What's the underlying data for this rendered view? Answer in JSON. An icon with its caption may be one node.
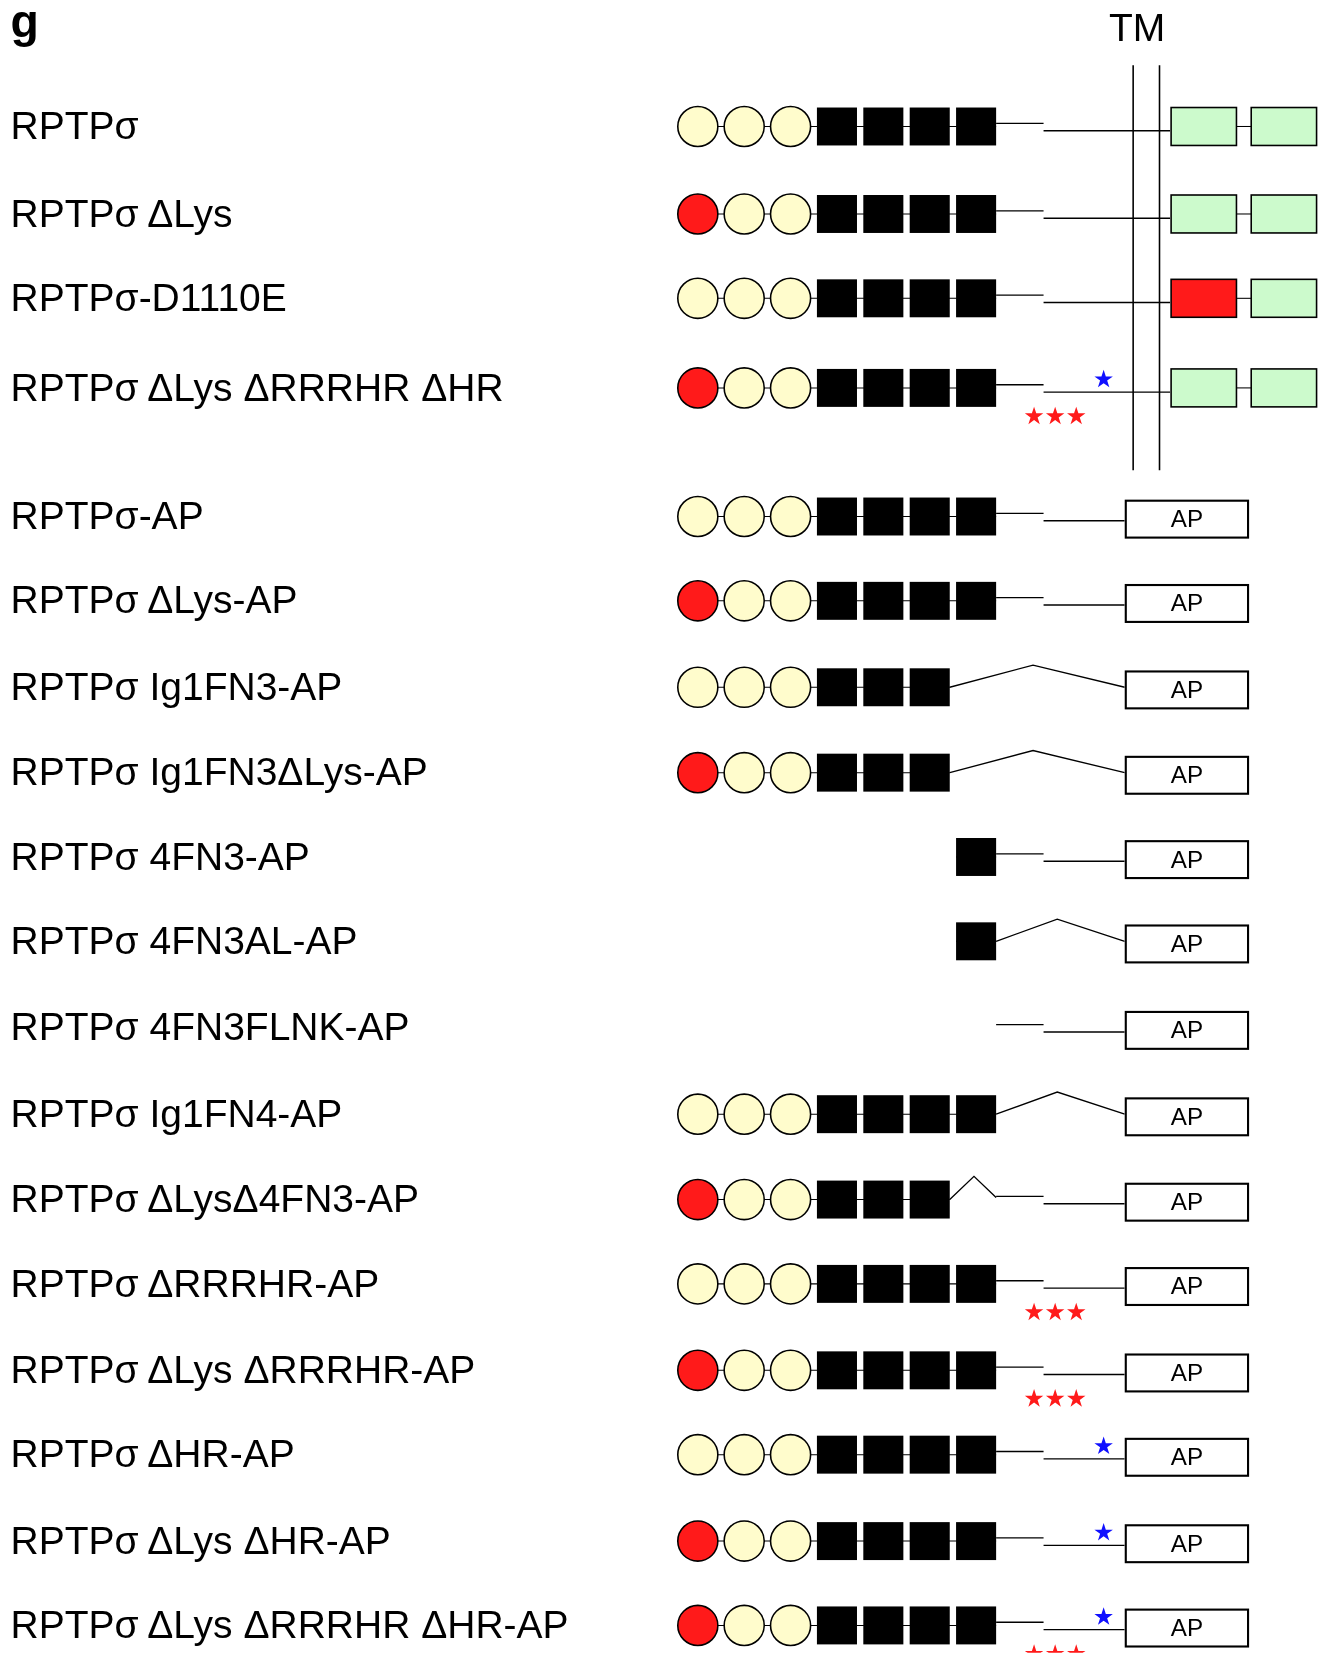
{
  "diagram": {
    "nodes": [
      {
        "text": [
          "AP"
        ]
      },
      {
        "text": [
          "AP"
        ]
      },
      {
        "text": [
          "AP"
        ]
      },
      {
        "text": [
          "AP"
        ]
      },
      {
        "text": [
          "AP"
        ]
      },
      {
        "text": [
          "AP"
        ]
      },
      {
        "text": [
          "AP"
        ]
      },
      {
        "text": [
          "AP"
        ]
      },
      {
        "text": [
          "AP"
        ]
      },
      {
        "text": [
          "AP"
        ]
      },
      {
        "text": [
          "AP"
        ]
      },
      {
        "text": [
          "AP"
        ]
      },
      {
        "text": [
          "AP"
        ]
      },
      {
        "text": [
          "AP"
        ]
      }
    ],
    "labels": [
      "g",
      "TM",
      "RPTPσ",
      "RPTPσ ΔLys",
      "RPTPσ-D1110E",
      "RPTPσ ΔLys ΔRRRHR ΔHR",
      "RPTPσ-AP",
      "RPTPσ ΔLys-AP",
      "RPTPσ Ig1FN3-AP",
      "RPTPσ Ig1FN3ΔLys-AP",
      "RPTPσ 4FN3-AP",
      "RPTPσ 4FN3AL-AP",
      "RPTPσ 4FN3FLNK-AP",
      "RPTPσ Ig1FN4-AP",
      "RPTPσ ΔLysΔ4FN3-AP",
      "RPTPσ ΔRRRHR-AP",
      "RPTPσ ΔLys ΔRRRHR-AP",
      "RPTPσ ΔHR-AP",
      "RPTPσ ΔLys ΔHR-AP",
      "RPTPσ ΔLys ΔRRRHR ΔHR-AP"
    ]
  }
}
